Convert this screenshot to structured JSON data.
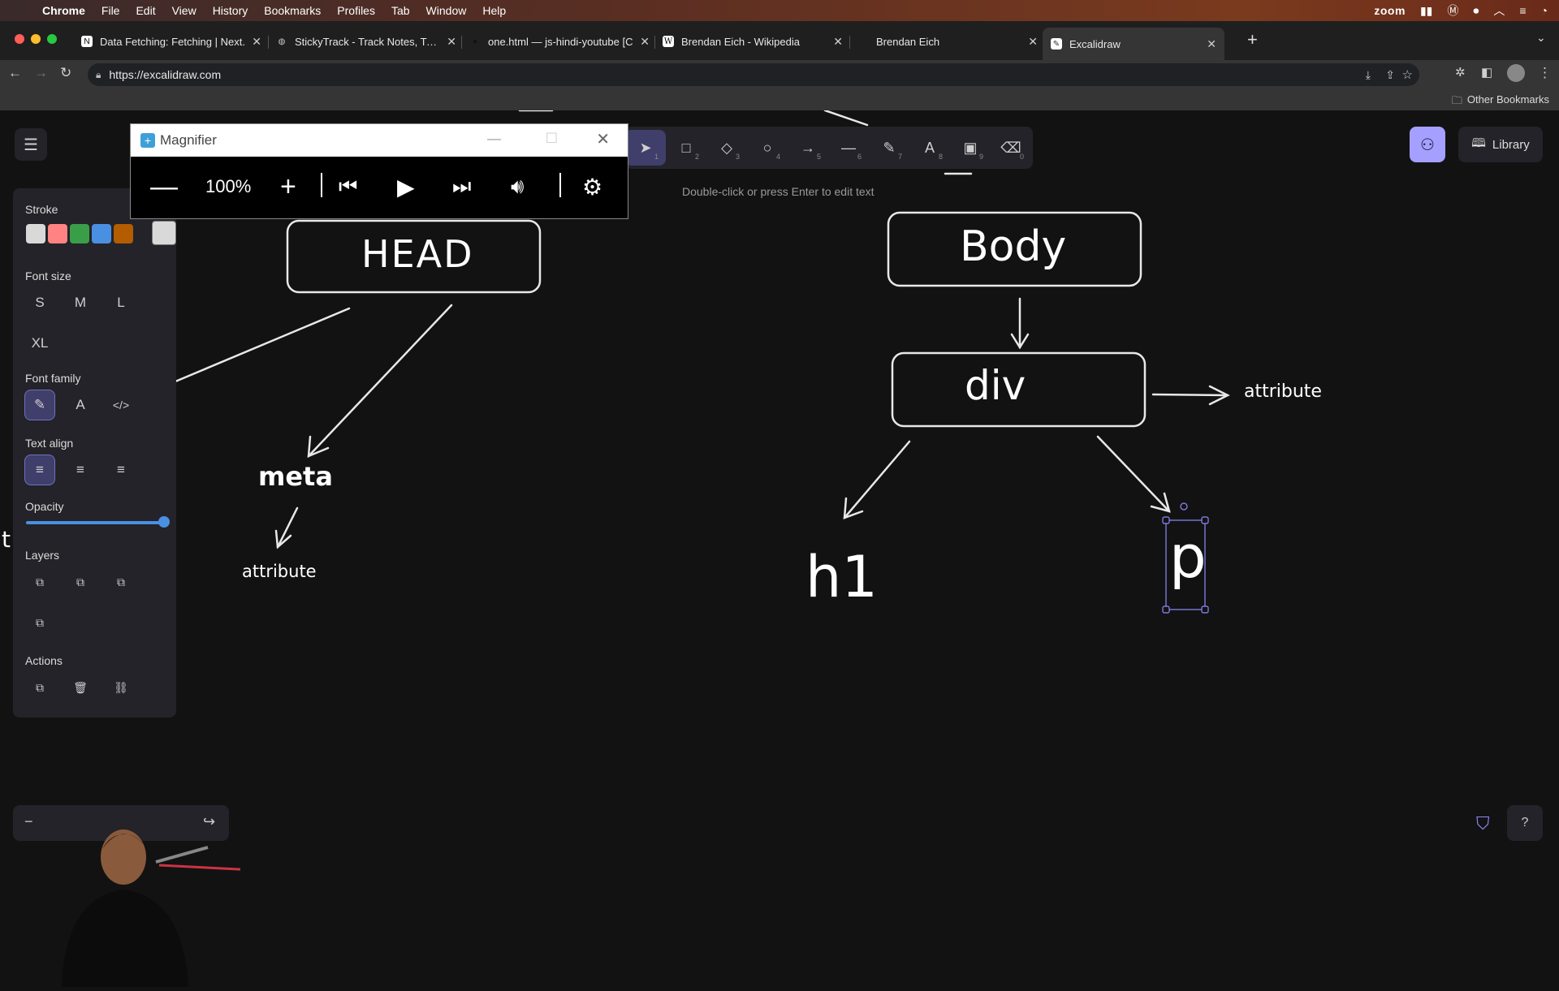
{
  "menubar": {
    "app": "Chrome",
    "items": [
      "File",
      "Edit",
      "View",
      "History",
      "Bookmarks",
      "Profiles",
      "Tab",
      "Window",
      "Help"
    ],
    "zoom_label": "zoom"
  },
  "tabs": [
    {
      "title": "Data Fetching: Fetching | Next.",
      "icon": "nextjs-icon"
    },
    {
      "title": "StickyTrack - Track Notes, Trac",
      "icon": "globe-icon"
    },
    {
      "title": "one.html — js-hindi-youtube [C",
      "icon": "github-icon"
    },
    {
      "title": "Brendan Eich - Wikipedia",
      "icon": "wikipedia-icon"
    },
    {
      "title": "Brendan Eich",
      "icon": "blank-icon"
    },
    {
      "title": "Excalidraw",
      "icon": "excalidraw-icon"
    }
  ],
  "address": {
    "url": "https://excalidraw.com"
  },
  "bookmarks": {
    "other": "Other Bookmarks"
  },
  "panel": {
    "stroke_label": "Stroke",
    "stroke_colors": [
      "#d9d9d9",
      "#ff8383",
      "#3a9e48",
      "#4a90e2",
      "#b35c00"
    ],
    "current_color": "#d9d9d9",
    "font_size_label": "Font size",
    "font_sizes": [
      "S",
      "M",
      "L",
      "XL"
    ],
    "font_family_label": "Font family",
    "text_align_label": "Text align",
    "opacity_label": "Opacity",
    "opacity_value": 1,
    "layers_label": "Layers",
    "actions_label": "Actions"
  },
  "toolbar": {
    "tools": [
      {
        "name": "selection",
        "num": "1"
      },
      {
        "name": "rectangle",
        "num": "2"
      },
      {
        "name": "diamond",
        "num": "3"
      },
      {
        "name": "ellipse",
        "num": "4"
      },
      {
        "name": "arrow",
        "num": "5"
      },
      {
        "name": "line",
        "num": "6"
      },
      {
        "name": "draw",
        "num": "7"
      },
      {
        "name": "text",
        "num": "8"
      },
      {
        "name": "image",
        "num": "9"
      },
      {
        "name": "eraser",
        "num": "0"
      }
    ],
    "hint": "Double-click or press Enter to edit text"
  },
  "library": {
    "label": "Library"
  },
  "magnifier": {
    "title": "Magnifier",
    "zoom": "100%"
  },
  "diagram": {
    "head": "HEAD",
    "body": "Body",
    "div": "div",
    "meta": "meta",
    "meta_attribute": "attribute",
    "div_attribute": "attribute",
    "h1": "h1",
    "p": "p",
    "edge_t": "t"
  }
}
